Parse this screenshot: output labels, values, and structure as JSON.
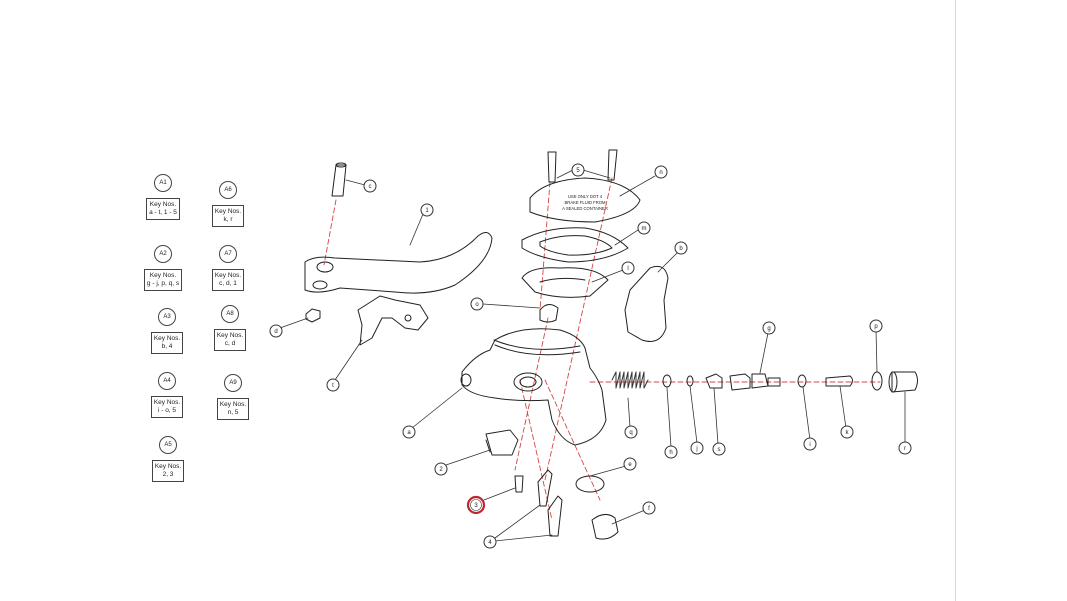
{
  "key_groups": [
    {
      "id": "A1",
      "title": "Key Nos.",
      "items": "a - t, 1 - 5"
    },
    {
      "id": "A2",
      "title": "Key Nos.",
      "items": "g - j, p, q, s"
    },
    {
      "id": "A3",
      "title": "Key Nos.",
      "items": "b, 4"
    },
    {
      "id": "A4",
      "title": "Key Nos.",
      "items": "i - o, 5"
    },
    {
      "id": "A5",
      "title": "Key Nos.",
      "items": "2, 3"
    },
    {
      "id": "A6",
      "title": "Key Nos.",
      "items": "k, r"
    },
    {
      "id": "A7",
      "title": "Key Nos.",
      "items": "c, d, 1"
    },
    {
      "id": "A8",
      "title": "Key Nos.",
      "items": "c, d"
    },
    {
      "id": "A9",
      "title": "Key Nos.",
      "items": "n, 5"
    }
  ],
  "callouts": {
    "c": "c",
    "t1": "1",
    "d": "d",
    "t": "t",
    "a": "a",
    "two": "2",
    "three": "3",
    "four": "4",
    "five": "5",
    "n": "n",
    "m": "m",
    "l": "l",
    "b": "b",
    "o": "o",
    "q": "q",
    "h": "h",
    "j": "j",
    "s": "s",
    "g": "g",
    "i": "i",
    "k": "k",
    "p": "p",
    "r": "r",
    "e": "e",
    "f": "f"
  },
  "cover_label": [
    "USE ONLY DOT 4",
    "BRAKE FLUID FROM",
    "A SEALED CONTAINER"
  ],
  "highlight_color": "#c0262d"
}
